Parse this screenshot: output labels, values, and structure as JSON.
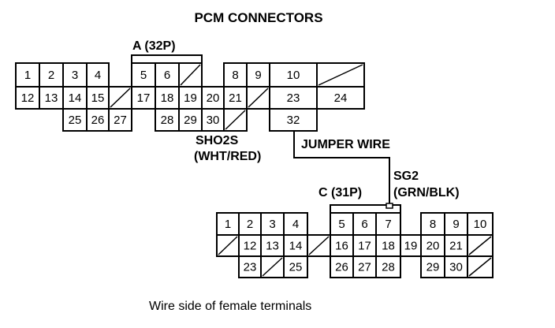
{
  "diagram": {
    "title": "PCM CONNECTORS",
    "caption": "Wire side of female terminals",
    "connector_a": {
      "label": "A (32P)",
      "row1": [
        "1",
        "2",
        "3",
        "4",
        "5",
        "6",
        "",
        "8",
        "9",
        "10",
        ""
      ],
      "row2": [
        "12",
        "13",
        "14",
        "15",
        "",
        "17",
        "18",
        "19",
        "20",
        "21",
        "",
        "23",
        "24"
      ],
      "row3": [
        "25",
        "26",
        "27",
        "28",
        "29",
        "30",
        "",
        "32"
      ]
    },
    "connector_c": {
      "label": "C (31P)",
      "row1": [
        "1",
        "2",
        "3",
        "4",
        "5",
        "6",
        "7",
        "8",
        "9",
        "10"
      ],
      "row2": [
        "",
        "12",
        "13",
        "14",
        "",
        "16",
        "17",
        "18",
        "19",
        "20",
        "21",
        ""
      ],
      "row3": [
        "23",
        "",
        "25",
        "26",
        "27",
        "28",
        "29",
        "30",
        ""
      ]
    },
    "labels": {
      "sho2s": "SHO2S",
      "sho2s_color": "(WHT/RED)",
      "jumper": "JUMPER WIRE",
      "sg2": "SG2",
      "sg2_color": "(GRN/BLK)"
    }
  }
}
